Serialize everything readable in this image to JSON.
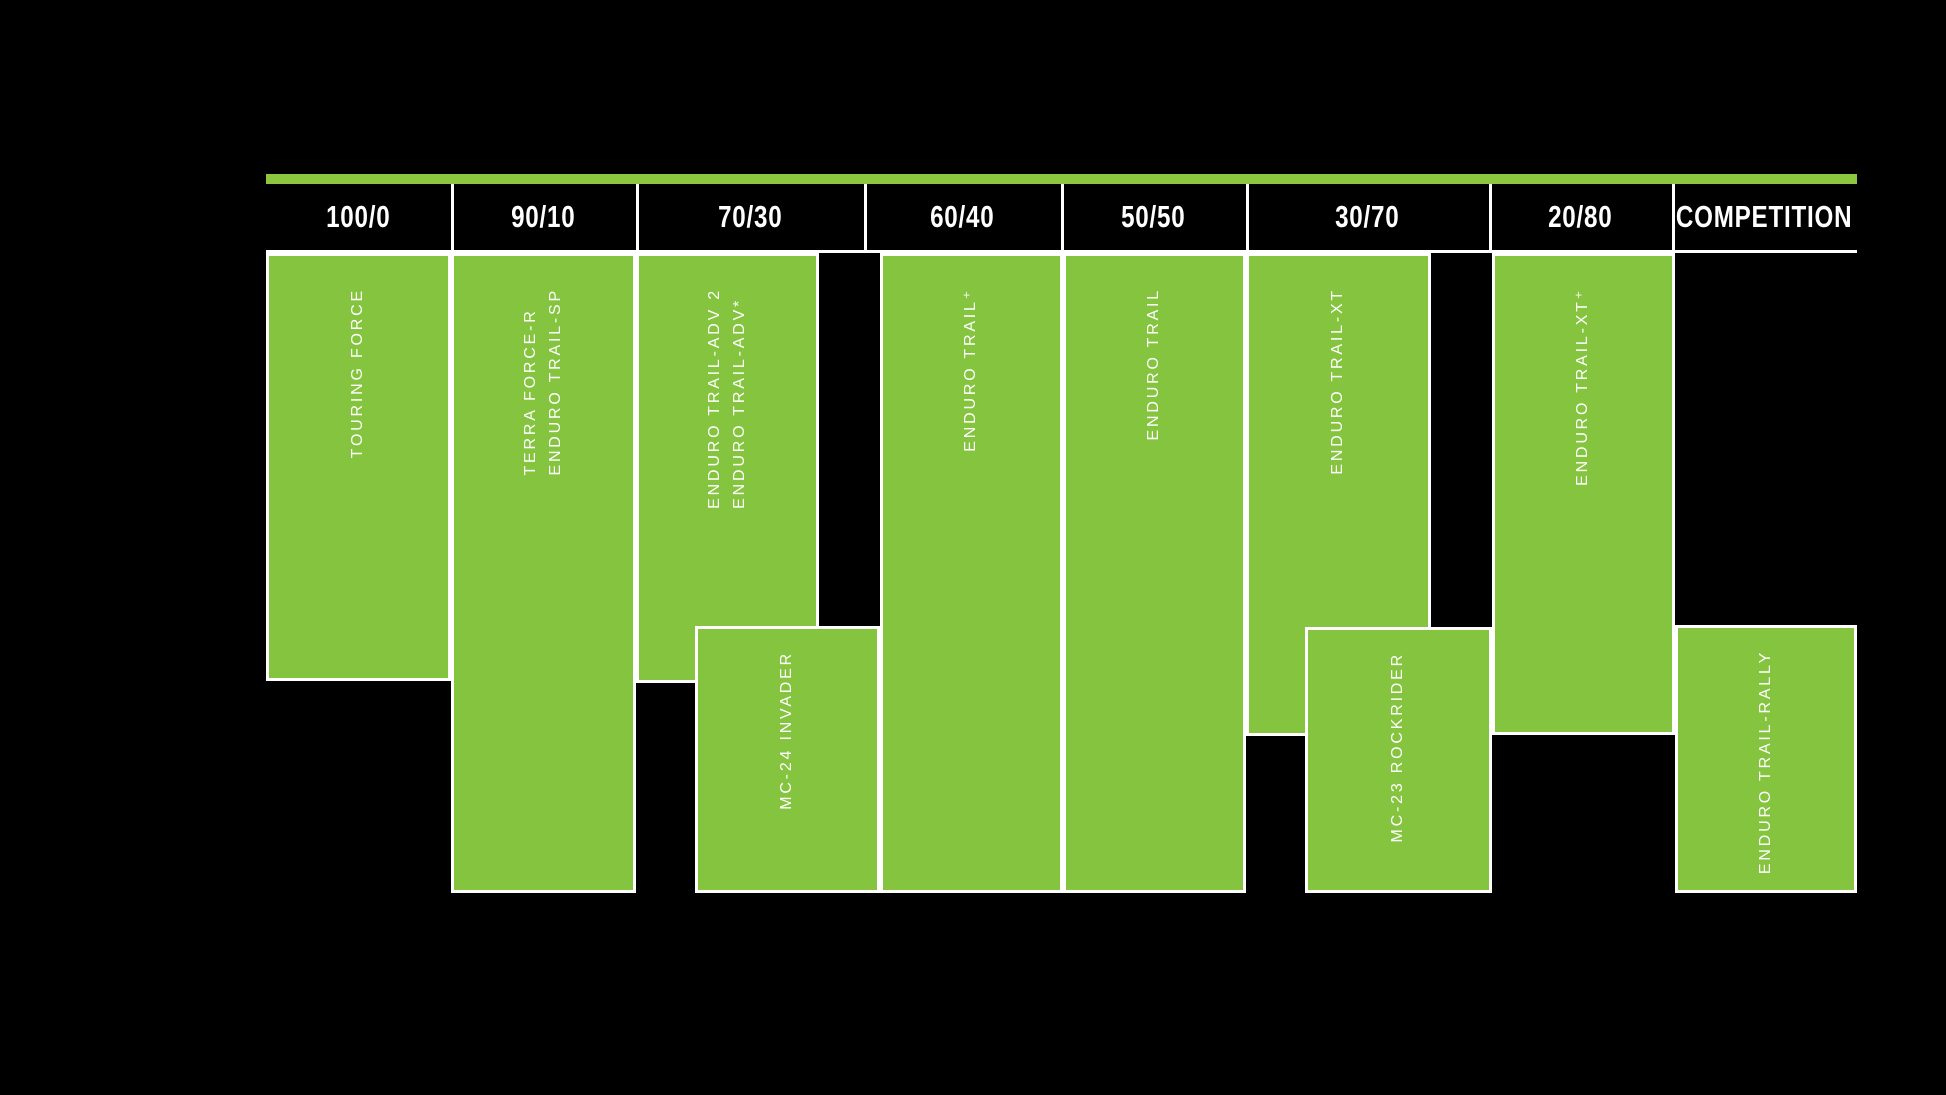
{
  "colors": {
    "bar_green": "#8DC63F",
    "block_green": "#85C43E",
    "background": "#000000",
    "text": "#FFFFFF",
    "divider": "#FFFFFF"
  },
  "header": {
    "categories": [
      "100/0",
      "90/10",
      "70/30",
      "60/40",
      "50/50",
      "30/70",
      "20/80",
      "COMPETITION"
    ]
  },
  "blocks": [
    {
      "id": "touring-force",
      "category": "100/0",
      "row": "top",
      "lines": [
        "TOURING FORCE"
      ]
    },
    {
      "id": "terra-force-r",
      "category": "90/10",
      "row": "top",
      "lines": [
        "TERRA FORCE-R",
        "ENDURO TRAIL-SP"
      ]
    },
    {
      "id": "enduro-trail-adv",
      "category": "70/30",
      "row": "top",
      "lines": [
        "ENDURO TRAIL-ADV 2",
        "ENDURO TRAIL-ADV*"
      ]
    },
    {
      "id": "mc-24-invader",
      "category": "70/30",
      "row": "bottom",
      "lines": [
        "MC-24 INVADER"
      ]
    },
    {
      "id": "enduro-trail-plus",
      "category": "60/40",
      "row": "top",
      "lines": [
        "ENDURO TRAIL⁺"
      ]
    },
    {
      "id": "enduro-trail",
      "category": "50/50",
      "row": "top",
      "lines": [
        "ENDURO TRAIL"
      ]
    },
    {
      "id": "enduro-trail-xt",
      "category": "30/70",
      "row": "top",
      "lines": [
        "ENDURO TRAIL-XT"
      ]
    },
    {
      "id": "mc-23-rockrider",
      "category": "30/70",
      "row": "bottom",
      "lines": [
        "MC-23 ROCKRIDER"
      ]
    },
    {
      "id": "enduro-trail-xt-plus",
      "category": "20/80",
      "row": "top",
      "lines": [
        "ENDURO TRAIL-XT⁺"
      ]
    },
    {
      "id": "enduro-trail-rally",
      "category": "COMPETITION",
      "row": "bottom",
      "lines": [
        "ENDURO TRAIL-RALLY"
      ]
    }
  ]
}
